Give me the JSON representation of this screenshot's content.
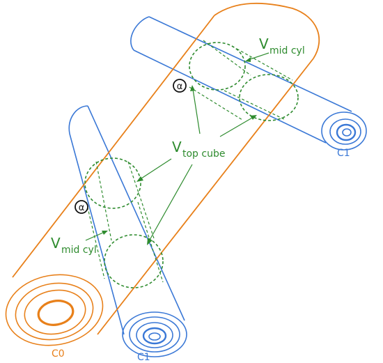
{
  "labels": {
    "c0": "C0",
    "c1_bottom": "C1",
    "c1_top": "C1",
    "v_main": "V",
    "v_mid_top_sub": "mid cyl",
    "v_mid_bottom_sub": "mid cyl",
    "v_top_sub": "top cube",
    "angle_top": "α",
    "angle_bottom": "α"
  },
  "colors": {
    "c0": "#e8801a",
    "c1": "#3a78d6",
    "volume": "#2e8b2e",
    "angle": "#111111"
  }
}
